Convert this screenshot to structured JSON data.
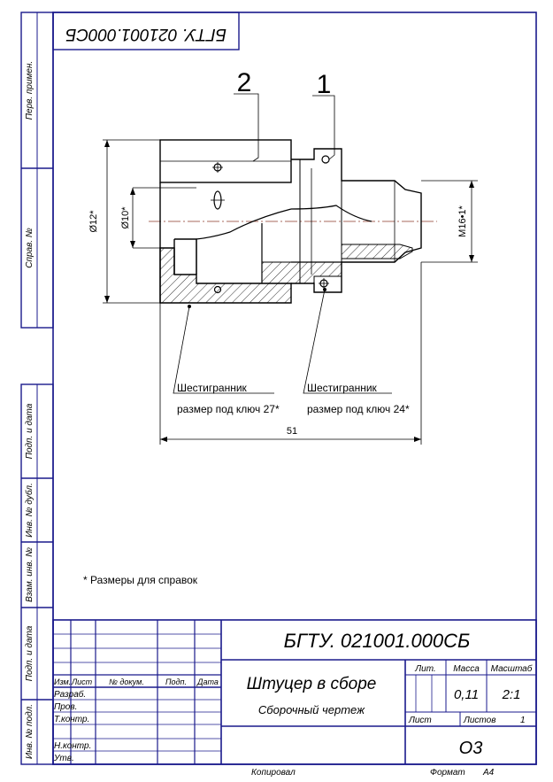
{
  "colors": {
    "frame": "#1a1a8c",
    "drawing": "#000000",
    "axis": "#8b3a2a"
  },
  "stamp_top": "БГТУ. 021001.000СБ",
  "side_labels": {
    "perv_primen": "Перв. примен.",
    "sprav_no": "Справ. №",
    "podp_data_1": "Подп. и дата",
    "inv_dubl": "Инв. № дубл.",
    "vzam_inv": "Взам. инв. №",
    "podp_data_2": "Подп. и дата",
    "inv_podl": "Инв. № подл."
  },
  "callouts": {
    "pos1": "1",
    "pos2": "2"
  },
  "dimensions": {
    "d_outer": "Ø12*",
    "d_inner": "Ø10*",
    "thread": "М16•1*",
    "length": "51"
  },
  "notes": {
    "hex1_line1": "Шестигранник",
    "hex1_line2": "размер под ключ 27*",
    "hex2_line1": "Шестигранник",
    "hex2_line2": "размер под ключ 24*",
    "reference": "* Размеры для справок"
  },
  "title_block": {
    "doc_code": "БГТУ. 021001.000СБ",
    "title": "Штуцер в сборе",
    "subtitle": "Сборочный чертеж",
    "h_izm": "Изм.",
    "h_list": "Лист",
    "h_docum": "№ докум.",
    "h_podp": "Подп.",
    "h_data": "Дата",
    "razrab": "Разраб.",
    "prov": "Пров.",
    "tkontr": "Т.контр.",
    "nkontr": "Н.контр.",
    "utv": "Утв.",
    "h_lit": "Лит.",
    "h_massa": "Масса",
    "h_masshtab": "Масштаб",
    "massa": "0,11",
    "masshtab": "2:1",
    "list_label": "Лист",
    "listov_label": "Листов",
    "listov": "1",
    "org": "О3"
  },
  "footer": {
    "copied": "Копировал",
    "format_label": "Формат",
    "format": "А4"
  }
}
